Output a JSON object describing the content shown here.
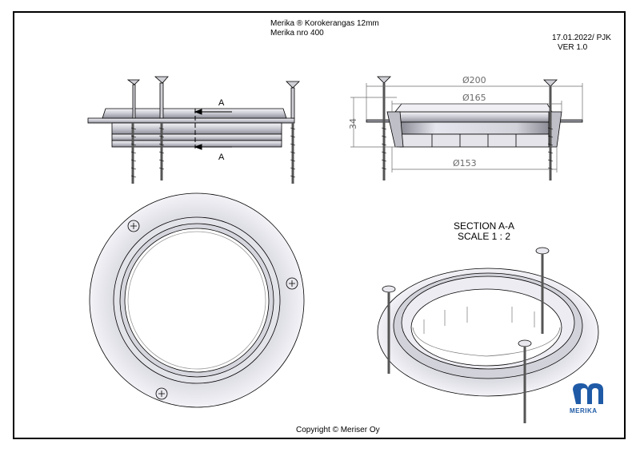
{
  "title_block": {
    "product_name": "Merika ® Korokerangas 12mm",
    "product_number": "Merika nro 400",
    "date_author": "17.01.2022/ PJK",
    "version": "VER 1.0"
  },
  "section_view": {
    "section_marker": "A",
    "label": "SECTION A-A",
    "scale": "SCALE 1 : 2"
  },
  "dimensions": {
    "outer_diameter": "Ø200",
    "inner_diameter": "Ø165",
    "bottom_diameter": "Ø153",
    "height": "34"
  },
  "footer": {
    "copyright": "Copyright © Meriser Oy"
  },
  "logo": {
    "text": "MERIKA"
  },
  "colors": {
    "brand": "#1f5aa6",
    "line": "#000000",
    "dimension": "#6b6b6b"
  }
}
